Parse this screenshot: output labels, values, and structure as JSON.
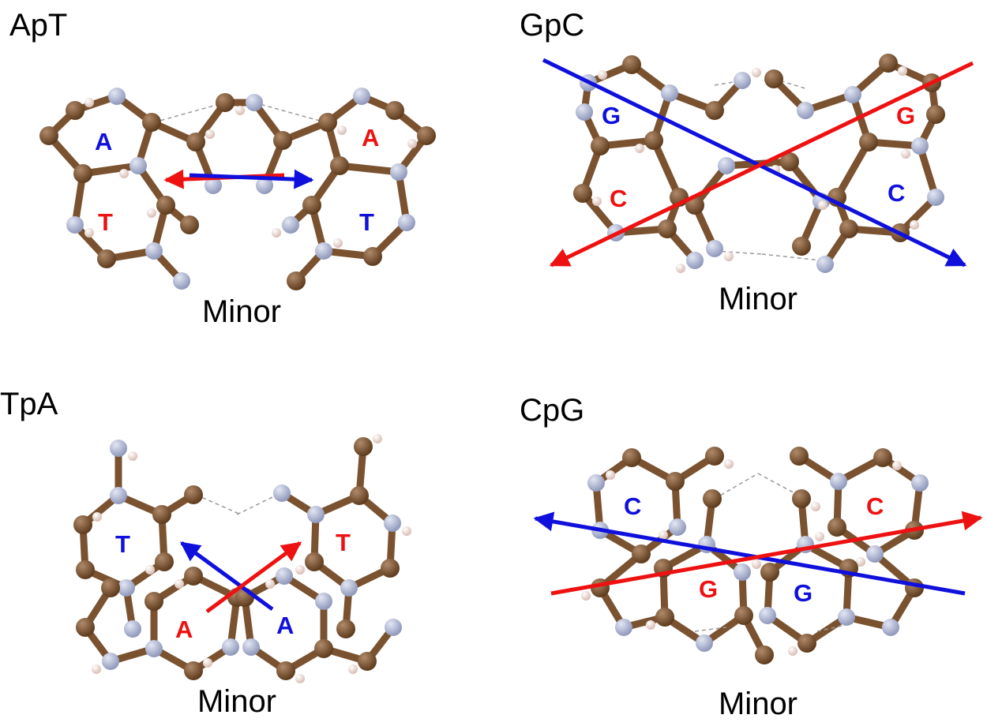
{
  "colors": {
    "red": "#ee1111",
    "blue": "#1010dd",
    "carbon": "#7a5230",
    "nitrogen": "#aab1cf",
    "oxygen": "#e01010",
    "hydrogen": "#f0dcd6",
    "bond": "#7a5230",
    "hbond": "#9a9a9a"
  },
  "panels": [
    {
      "id": "ApT",
      "title": "ApT",
      "minor_label": "Minor",
      "base_labels": [
        {
          "text": "A",
          "color": "blue"
        },
        {
          "text": "A",
          "color": "red"
        },
        {
          "text": "T",
          "color": "red"
        },
        {
          "text": "T",
          "color": "blue"
        }
      ]
    },
    {
      "id": "GpC",
      "title": "GpC",
      "minor_label": "Minor",
      "base_labels": [
        {
          "text": "G",
          "color": "blue"
        },
        {
          "text": "G",
          "color": "red"
        },
        {
          "text": "C",
          "color": "red"
        },
        {
          "text": "C",
          "color": "blue"
        }
      ]
    },
    {
      "id": "TpA",
      "title": "TpA",
      "minor_label": "Minor",
      "base_labels": [
        {
          "text": "T",
          "color": "blue"
        },
        {
          "text": "T",
          "color": "red"
        },
        {
          "text": "A",
          "color": "red"
        },
        {
          "text": "A",
          "color": "blue"
        }
      ]
    },
    {
      "id": "CpG",
      "title": "CpG",
      "minor_label": "Minor",
      "base_labels": [
        {
          "text": "C",
          "color": "blue"
        },
        {
          "text": "C",
          "color": "red"
        },
        {
          "text": "G",
          "color": "red"
        },
        {
          "text": "G",
          "color": "blue"
        }
      ]
    }
  ]
}
